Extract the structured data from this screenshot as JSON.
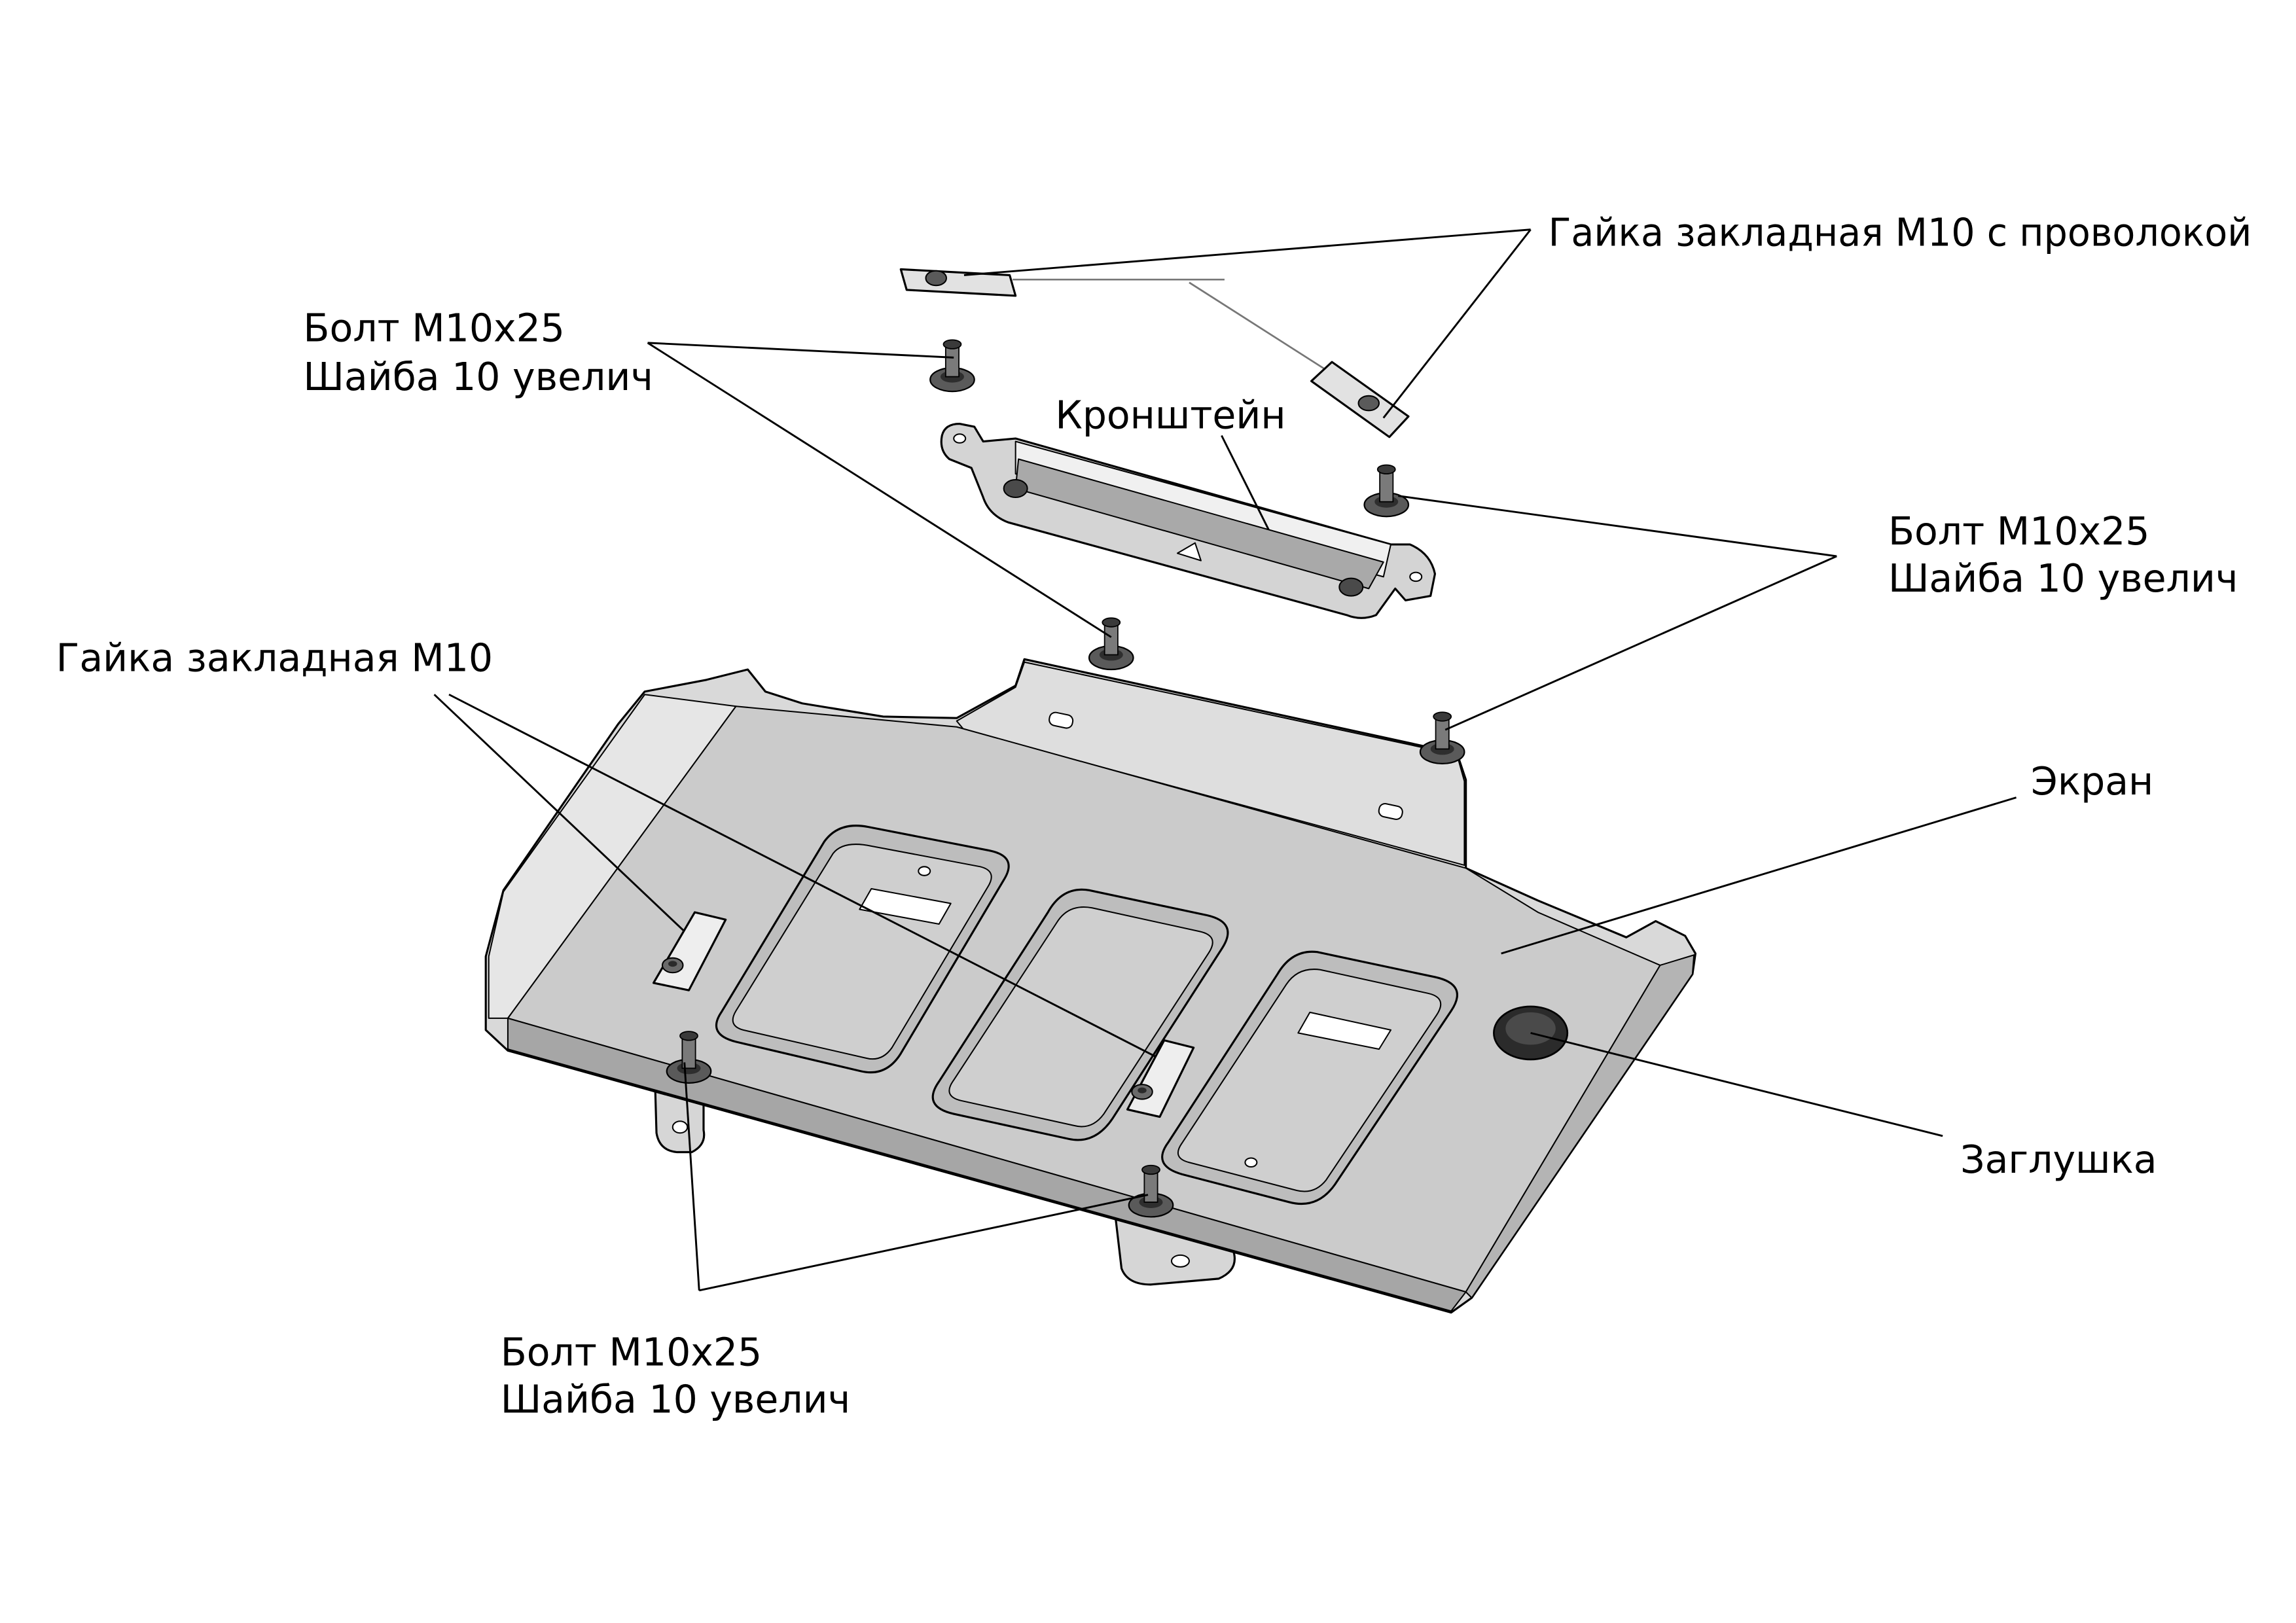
{
  "labels": {
    "nut_with_wire": "Гайка закладная М10 с проволокой",
    "bolt_top_left": {
      "line1": "Болт М10х25",
      "line2": "Шайба 10 увелич"
    },
    "bracket": "Кронштейн",
    "bolt_right": {
      "line1": "Болт М10х25",
      "line2": "Шайба 10 увелич"
    },
    "nut": "Гайка закладная М10",
    "screen": "Экран",
    "plug": "Заглушка",
    "bolt_bottom": {
      "line1": "Болт М10х25",
      "line2": "Шайба 10 увелич"
    }
  },
  "colors": {
    "line": "#000000",
    "plate_top": "#c9c9c9",
    "plate_side": "#e4e4e4",
    "plate_dark": "#9e9e9e",
    "hardware": "#4a4a4a"
  }
}
